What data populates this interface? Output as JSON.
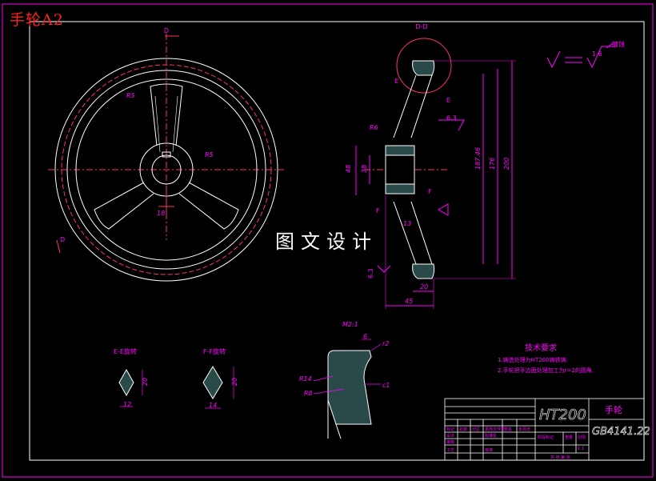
{
  "header": {
    "title": "手轮A2"
  },
  "watermark": "图文设计",
  "views": {
    "section_label": "D-D",
    "section_marker": "D",
    "e_marker": "E",
    "f_marker": "F",
    "ee_view_title": "E-E旋转",
    "ff_view_title": "F-F旋转",
    "detail_scale": "M2:1"
  },
  "dimensions": {
    "r5_top": "R5",
    "r5_hub": "R5",
    "r6": "R6",
    "d48": "48",
    "d38": "38",
    "d187": "187.46",
    "d176": "176",
    "d200": "200",
    "d20": "20",
    "d45": "45",
    "d18": "18",
    "d13": "13",
    "d6": "6",
    "ee_w": "12",
    "ee_h": "20",
    "ff_w": "14",
    "ff_h": "20",
    "det_6": "6",
    "det_r2": "r2",
    "det_r14": "R14",
    "det_r8": "R8",
    "det_c1": "c1"
  },
  "surface": {
    "note": "镀蚀",
    "ra_main": "1.6",
    "ra_a": "6.3",
    "ra_b": "6.3"
  },
  "tech_req": {
    "heading": "技术要求",
    "items": [
      "1.铸造处理为HT200铸铁铸.",
      "2.手轮把手边面处理加工为r=2的圆角."
    ]
  },
  "title_block": {
    "material": "HT200",
    "part_name": "手轮",
    "standard": "GB4141.22",
    "cells": [
      "标记",
      "处数",
      "分区",
      "更改文件号",
      "签名",
      "年月日"
    ],
    "rows": [
      "设计",
      "",
      "标准化",
      "",
      "阶段标记",
      "重量",
      "比例"
    ],
    "left_labels": [
      "设计",
      "审核",
      "工艺"
    ],
    "mid_labels": [
      "标准化",
      "批准"
    ],
    "scale": "1:1",
    "sheet": "共 张 第 张"
  }
}
